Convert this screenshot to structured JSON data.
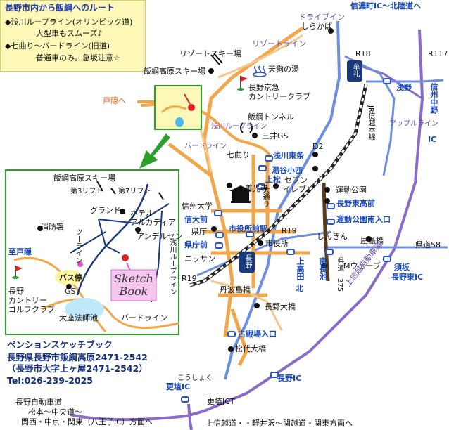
{
  "route_box": {
    "title": "長野市内から飯綱へのルート",
    "item1": "◆浅川ループライン(オリンピック道)",
    "item1_note": "大型車もスムーズ♪",
    "item2": "◆七曲り～バードライン(旧道)",
    "item2_note": "普通車のみ。急坂注意☆"
  },
  "info": {
    "name": "ペンションスケッチブック",
    "address1": "長野県長野市飯綱高原2471-2542",
    "address2": "（長野市大字上ヶ屋2471-2542）",
    "tel": "Tel:026-239-2025"
  },
  "inset": {
    "ski": "飯綱高原スキー場",
    "lift3": "第3リフト",
    "lift7": "第7リフト",
    "grand": "グランド",
    "hotel": "ホテル",
    "hotel2": "アルカディア",
    "fire": "消防署",
    "andersen": "アンデルセン",
    "to_togakushi": "至戸隠",
    "bus": "バス停",
    "gs": "GS",
    "golf1": "長野",
    "golf2": "カントリー",
    "golf3": "ゴルフクラブ",
    "pond": "大座法師池",
    "birdline": "バードライン",
    "loopline": "浅川ループライン",
    "pension1": "Sketch",
    "pension2": "Book",
    "road_v": "ツーライン"
  },
  "labels": {
    "drivein": "ドライブイン",
    "shirakaba": "しらかば",
    "to_shinano": "信濃町IC～北陸道へ",
    "resort_ski": "リゾートスキー場",
    "resort_line": "リゾートライン",
    "iizuna_ski": "飯綱高原スキー場",
    "tengu": "天狗の湯",
    "kyukyu1": "長野京急",
    "kyukyu2": "カントリークラブ",
    "to_togakushi": "戸隠へ",
    "asakawa_loop": "浅川ループライン",
    "iizuna_tunnel": "飯綱トンネル",
    "sanpo_gs": "三井GS",
    "nanamagari": "七曲り",
    "birdline": "バードライン",
    "asakawa_higashi": "浅川東条",
    "yuya_nishi": "湯谷小西",
    "kamimatsu": "上松",
    "seven1": "セブン",
    "seven2": "イレブン",
    "d2": "D2",
    "jr": "JR信越本線",
    "apple": "アップルライン",
    "undo": "運動公園",
    "nagano_higashi_dai": "長野東高前",
    "undo_minami": "運動公園南入口",
    "shinshu_univ": "信州大学",
    "shinano_dai": "信大前",
    "kenchou": "県庁",
    "kenchou_mae": "県庁前",
    "zenkoji": "善光寺",
    "omotesando": "大通り",
    "city_hall_st": "市役所前駅",
    "city_hall": "市役所",
    "r19": "R19",
    "r19b": "R19",
    "nissan": "ニッサン",
    "r18": "R18",
    "r117": "R117",
    "asano": "浅野",
    "shinshu_nakano": "信州中野",
    "ic": "IC",
    "heiei": "牟礼",
    "nagano_st": "長野",
    "tanbajima": "丹波島橋",
    "nagano_odashi": "長野大橋",
    "kosenjo": "古戦場入口",
    "matsuyo": "松代大橋",
    "shinshin": "しんきん",
    "kamitakada": "上高田",
    "kita": "北",
    "minami_nagaike": "南長池",
    "kendou": "県道",
    "r375": "375",
    "yashima": "屋島橋",
    "kendou58": "県道58",
    "m_wave": "Mウェーブ",
    "suzaka1": "須坂",
    "suzaka2": "長野東IC",
    "joshinetsu": "上信越自動車道",
    "nagano_ic": "長野IC",
    "koshoku_ruby": "こうしょく",
    "koshoku_ic": "更埴IC",
    "koshoku_jct": "更埴JCT",
    "nagano_exp": "長野自動車道",
    "matsumoto": "松本～中央道～",
    "kansai": "関西・中京・関東（八王子IC）方面へ",
    "joshin_dir": "上信越道・・軽井沢～関越道・関東方面へ"
  }
}
